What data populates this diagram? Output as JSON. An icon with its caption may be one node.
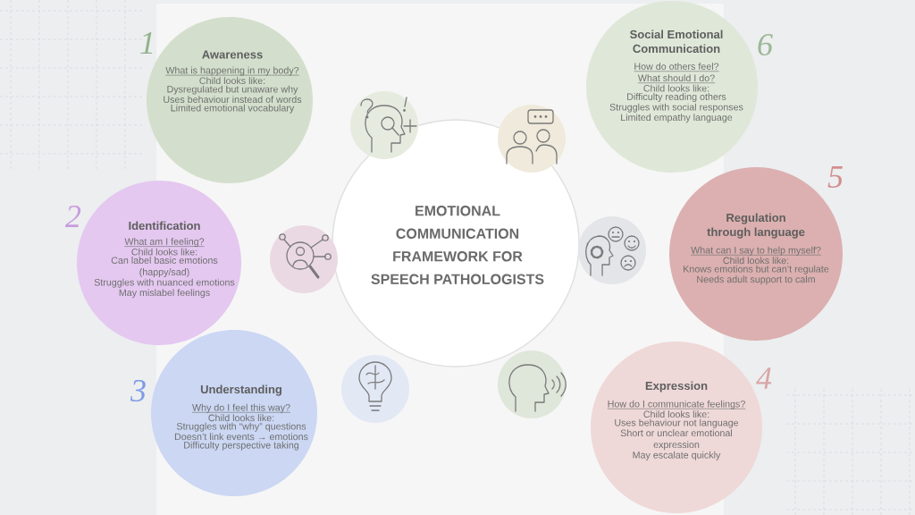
{
  "diagram": {
    "title": "EMOTIONAL COMMUNICATION FRAMEWORK FOR SPEECH PATHOLOGISTS",
    "nodes": [
      {
        "text": [
          "Awareness",
          "What is happening in my body?",
          "Child looks like:",
          "Dysregulated but unaware why",
          "Uses behaviour instead of words",
          "Limited emotional vocabulary"
        ],
        "beside": [
          "1"
        ]
      },
      {
        "text": [
          "Social Emotional Communication",
          "How do others feel? What should I do?",
          "Child looks like:",
          "Difficulty reading others",
          "Struggles with social responses",
          "Limited empathy language"
        ],
        "beside": [
          "6"
        ]
      },
      {
        "text": [
          "Identification",
          "What am I feeling?",
          "Child looks like:",
          "Can label basic emotions (happy/sad)",
          "Struggles with nuanced emotions",
          "May mislabel feelings"
        ],
        "beside": [
          "2"
        ]
      },
      {
        "text": [
          "Regulation through language",
          "What can I say to help myself?",
          "Child looks like:",
          "Knows emotions but can’t regulate",
          "Needs adult support to calm"
        ],
        "beside": [
          "5"
        ]
      },
      {
        "text": [
          "Understanding",
          "Why do I feel this way?",
          "Child looks like:",
          "Struggles with “why” questions",
          "Doesn’t link events → emotions",
          "Difficulty perspective taking"
        ],
        "beside": [
          "3"
        ]
      },
      {
        "text": [
          "Expression",
          "How do I communicate feelings?",
          "Child looks like:",
          "Uses behaviour not language",
          "Short or unclear emotional expression",
          "May escalate quickly"
        ],
        "beside": [
          "4"
        ]
      }
    ]
  }
}
